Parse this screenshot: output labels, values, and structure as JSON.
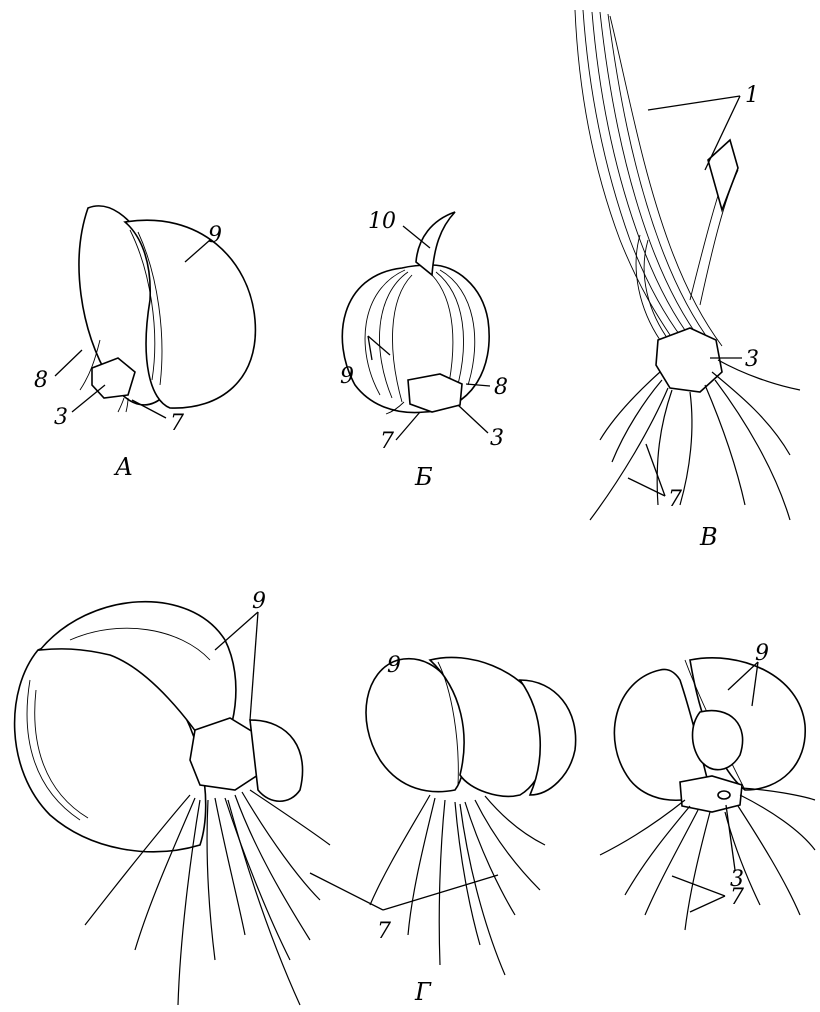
{
  "panels": {
    "a": {
      "letter": "А",
      "labels": [
        "9",
        "8",
        "3",
        "7"
      ]
    },
    "b": {
      "letter": "Б",
      "labels": [
        "10",
        "9",
        "8",
        "7",
        "3"
      ]
    },
    "v": {
      "letter": "В",
      "labels": [
        "1",
        "3",
        "7"
      ]
    },
    "g": {
      "letter": "Г",
      "labels": [
        "9",
        "9",
        "9",
        "3",
        "7",
        "7"
      ]
    }
  }
}
